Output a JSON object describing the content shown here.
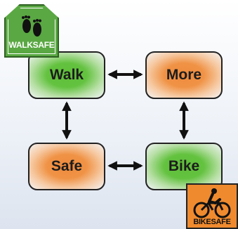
{
  "nodes": {
    "walk": "Walk",
    "more": "More",
    "safe": "Safe",
    "bike": "Bike"
  },
  "logos": {
    "walksafe": "WALKSAFE",
    "bikesafe": "BIKESAFE"
  },
  "colors": {
    "green": "#5fbf3a",
    "orange": "#ee8a3c",
    "walksafe_badge": "#5aa843",
    "bikesafe_badge": "#ef8a2e"
  },
  "edges": [
    [
      "walk",
      "more"
    ],
    [
      "walk",
      "safe"
    ],
    [
      "more",
      "bike"
    ],
    [
      "safe",
      "bike"
    ]
  ]
}
